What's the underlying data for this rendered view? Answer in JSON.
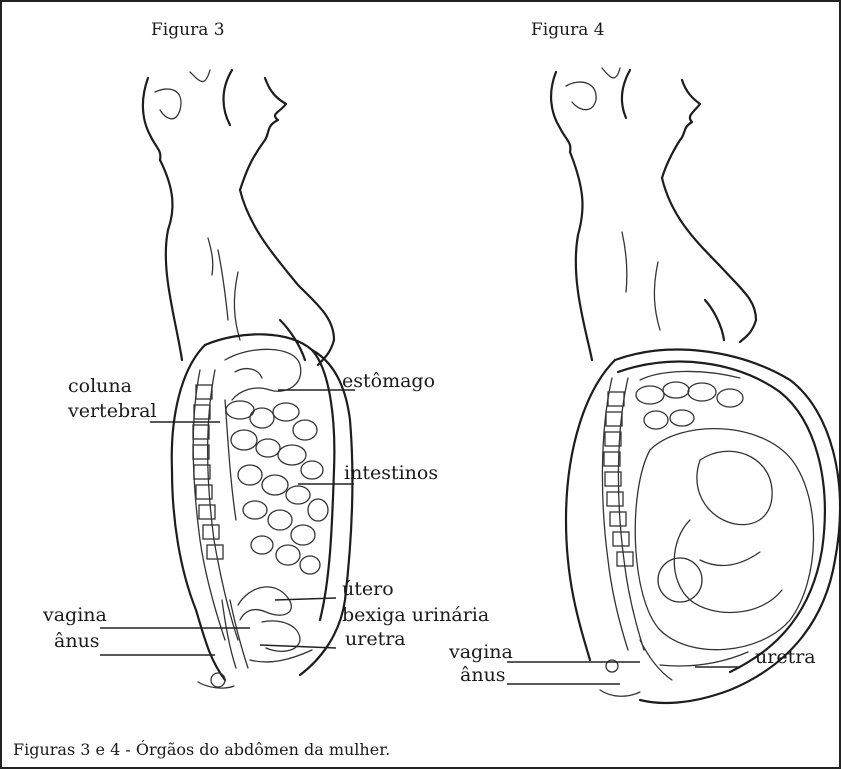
{
  "figures": [
    {
      "title": "Figura 3",
      "labels": {
        "coluna": "coluna",
        "vertebral": "vertebral",
        "estomago": "estômago",
        "intestinos": "intestinos",
        "utero": "útero",
        "bexiga": "bexiga urinária",
        "vagina": "vagina",
        "anus": "ânus",
        "uretra": "uretra"
      }
    },
    {
      "title": "Figura 4",
      "labels": {
        "vagina": "vagina",
        "anus": "ânus",
        "uretra": "uretra"
      }
    }
  ],
  "caption": "Figuras 3 e 4 - Órgãos do abdômen da mulher."
}
